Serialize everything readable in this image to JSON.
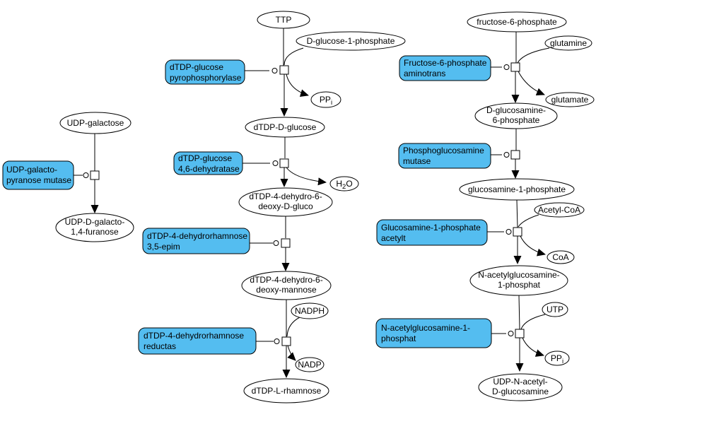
{
  "diagram": {
    "kind": "metabolic-pathway-diagram",
    "colors": {
      "enzyme_fill": "#54bdf0",
      "metabolite_fill": "#ffffff",
      "line": "#000000",
      "background": "#ffffff"
    },
    "pathways": {
      "galactan": {
        "substrate": "UDP-galactose",
        "enzyme": [
          "UDP-galacto-",
          "pyranose mutase"
        ],
        "product": [
          "UDP-D-galacto-",
          "1,4-furanose"
        ]
      },
      "rhamnose": {
        "substrate": "TTP",
        "co_substrate1": "D-glucose-1-phosphate",
        "enzyme1": [
          "dTDP-glucose",
          "pyrophosphorylase"
        ],
        "byproduct1": {
          "main": "PP",
          "sub": "i"
        },
        "metabolite1": "dTDP-D-glucose",
        "enzyme2": [
          "dTDP-glucose",
          "4,6-dehydratase"
        ],
        "byproduct2": {
          "p1": "H",
          "sub": "2",
          "p2": "O"
        },
        "metabolite2": [
          "dTDP-4-dehydro-6-",
          "deoxy-D-gluco"
        ],
        "enzyme3": [
          "dTDP-4-dehydrorhamnose",
          "3,5-epim"
        ],
        "metabolite3": [
          "dTDP-4-dehydro-6-",
          "deoxy-mannose"
        ],
        "co_substrate4": "NADPH",
        "enzyme4": [
          "dTDP-4-dehydrorhamnose",
          "reductas"
        ],
        "byproduct4": "NADP",
        "product": "dTDP-L-rhamnose"
      },
      "udp_glcnac": {
        "substrate": "fructose-6-phosphate",
        "co_substrate1": "glutamine",
        "enzyme1": [
          "Fructose-6-phosphate",
          "aminotrans"
        ],
        "byproduct1": "glutamate",
        "metabolite1": [
          "D-glucosamine-",
          "6-phosphate"
        ],
        "enzyme2": [
          "Phosphoglucosamine",
          "mutase"
        ],
        "metabolite2": "glucosamine-1-phosphate",
        "co_substrate3": "Acetyl-CoA",
        "enzyme3": [
          "Glucosamine-1-phosphate",
          "acetylt"
        ],
        "byproduct3": "CoA",
        "metabolite3": [
          "N-acetylglucosamine-",
          "1-phosphat"
        ],
        "co_substrate4": "UTP",
        "enzyme4": [
          "N-acetylglucosamine-1-",
          "phosphat"
        ],
        "byproduct4": {
          "main": "PP",
          "sub": "i"
        },
        "product": [
          "UDP-N-acetyl-",
          "D-glucosamine"
        ]
      }
    }
  }
}
